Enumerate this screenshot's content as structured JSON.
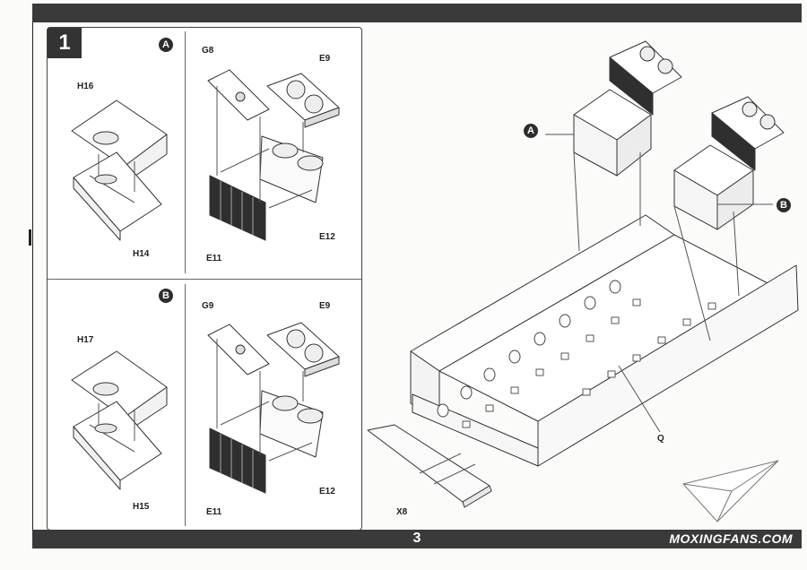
{
  "page": {
    "number": "3",
    "brand": "MOXINGFANS.COM"
  },
  "step": {
    "number": "1"
  },
  "subassembly_a": {
    "callout": "A",
    "left_parts": [
      "H16",
      "H14"
    ],
    "right_parts": [
      "G8",
      "E9",
      "E11",
      "E12"
    ]
  },
  "subassembly_b": {
    "callout": "B",
    "left_parts": [
      "H17",
      "H15"
    ],
    "right_parts": [
      "G9",
      "E9",
      "E11",
      "E12"
    ]
  },
  "main_assembly": {
    "callout_a": "A",
    "callout_b": "B",
    "hull_part": "Q",
    "plate_part": "X8"
  }
}
